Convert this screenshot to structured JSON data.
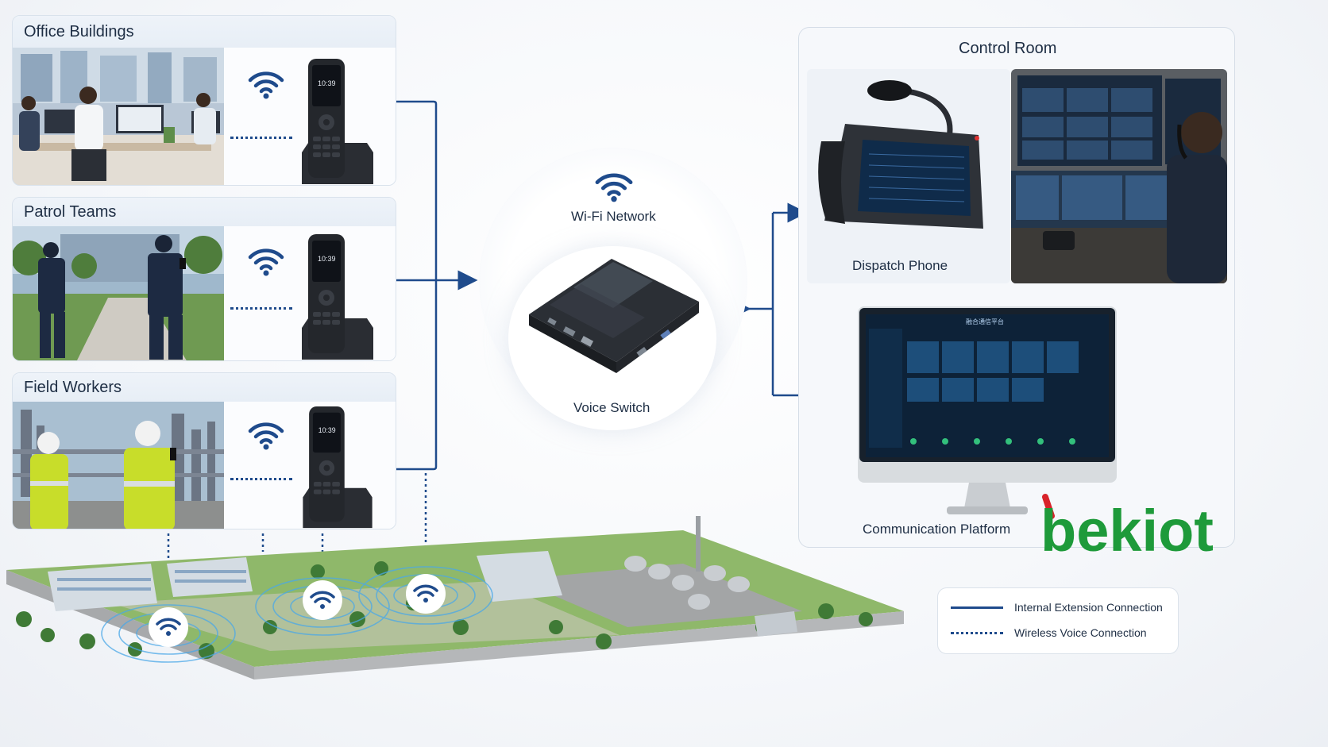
{
  "panels": [
    {
      "title": "Office Buildings"
    },
    {
      "title": "Patrol Teams"
    },
    {
      "title": "Field Workers"
    }
  ],
  "hub": {
    "network_label": "Wi-Fi Network",
    "switch_label": "Voice Switch"
  },
  "control_room": {
    "title": "Control Room",
    "dispatch_label": "Dispatch Phone",
    "platform_label": "Communication Platform",
    "screen_title": "融合通信平台"
  },
  "legend": {
    "solid_label": "Internal Extension Connection",
    "dotted_label": "Wireless Voice Connection"
  },
  "handset": {
    "time": "10:39"
  },
  "logo": {
    "text": "bekiot"
  },
  "colors": {
    "line": "#1f4b8c",
    "panel_bg": "#f7f9fc",
    "logo_green": "#1e9a3a",
    "logo_red": "#d8232a"
  }
}
